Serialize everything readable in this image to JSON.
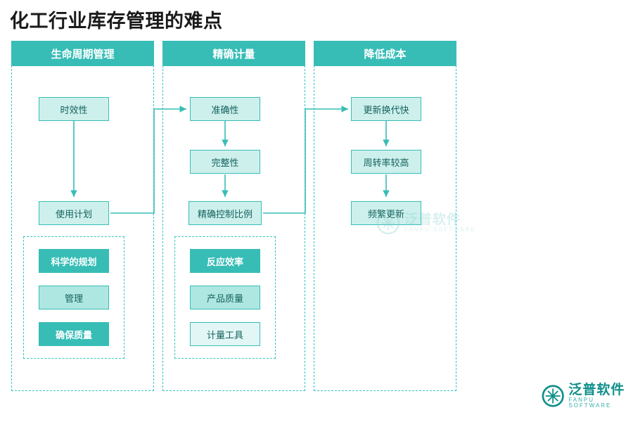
{
  "title": "化工行业库存管理的难点",
  "columns": [
    {
      "header": "生命周期管理",
      "nodes": [
        "时效性",
        "使用计划"
      ],
      "chips": [
        "科学的规划",
        "管理",
        "确保质量"
      ]
    },
    {
      "header": "精确计量",
      "nodes": [
        "准确性",
        "完整性",
        "精确控制比例"
      ],
      "chips": [
        "反应效率",
        "产品质量",
        "计量工具"
      ]
    },
    {
      "header": "降低成本",
      "nodes": [
        "更新换代快",
        "周转率较高",
        "频繁更新"
      ],
      "chips": []
    }
  ],
  "watermark": {
    "cn": "泛普软件",
    "en": "FANPU SOFTWARE"
  },
  "colors": {
    "accent": "#37bdb6",
    "node_fill": "#cdf0ec",
    "header_fill": "#37bdb6",
    "dashed_border": "#35c4c0",
    "title_text": "#1a1a1a"
  }
}
